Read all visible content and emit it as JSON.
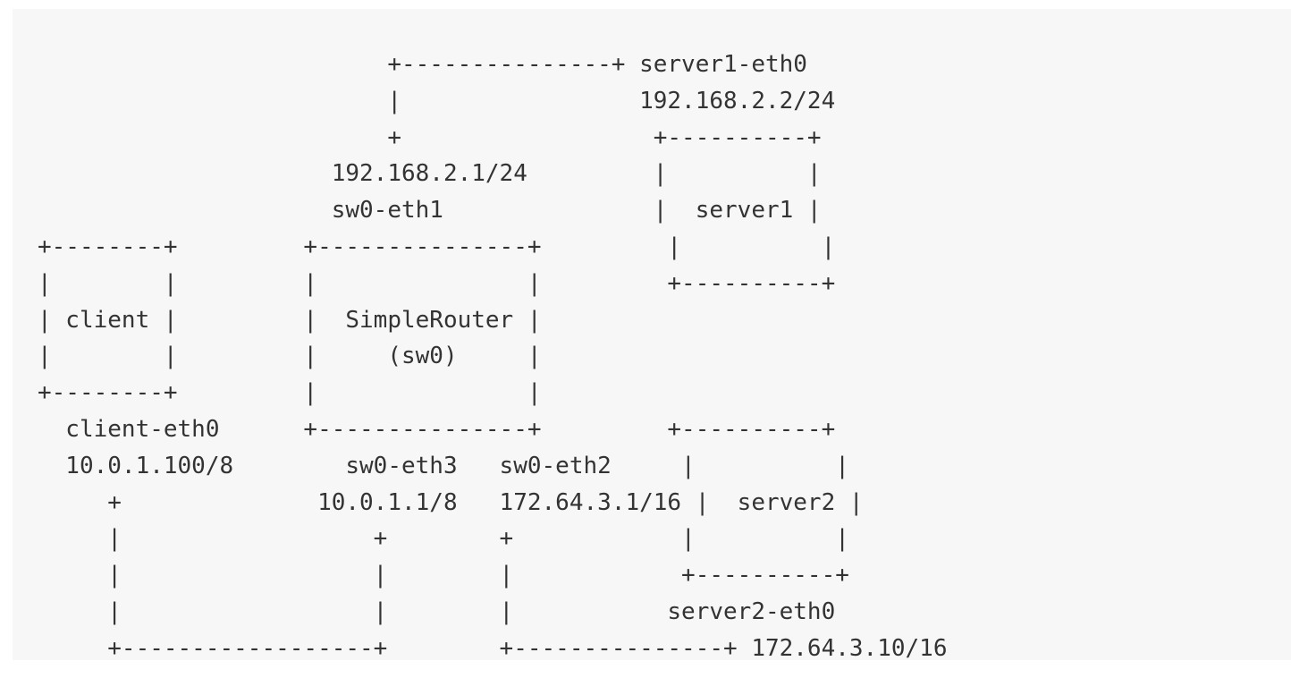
{
  "diagram": {
    "lines": [
      "                         +---------------+ server1-eth0",
      "                         |                 192.168.2.2/24",
      "                         +                  +----------+",
      "                     192.168.2.1/24         |          |",
      "                     sw0-eth1               |  server1 |",
      "+--------+         +---------------+         |          |",
      "|        |         |               |         +----------+",
      "| client |         |  SimpleRouter |",
      "|        |         |     (sw0)     |",
      "+--------+         |               |",
      "  client-eth0      +---------------+         +----------+",
      "  10.0.1.100/8        sw0-eth3   sw0-eth2     |          |",
      "     +              10.0.1.1/8   172.64.3.1/16 |  server2 |",
      "     |                  +        +            |          |",
      "     |                  |        |            +----------+",
      "     |                  |        |           server2-eth0",
      "     +------------------+        +---------------+ 172.64.3.10/16"
    ],
    "nodes": {
      "client": {
        "label": "client",
        "interface": "client-eth0",
        "ip": "10.0.1.100/8"
      },
      "router": {
        "label": "SimpleRouter",
        "sublabel": "(sw0)"
      },
      "server1": {
        "label": "server1",
        "interface": "server1-eth0",
        "ip": "192.168.2.2/24"
      },
      "server2": {
        "label": "server2",
        "interface": "server2-eth0",
        "ip": "172.64.3.10/16"
      }
    },
    "router_interfaces": {
      "eth1": {
        "name": "sw0-eth1",
        "ip": "192.168.2.1/24"
      },
      "eth2": {
        "name": "sw0-eth2",
        "ip": "172.64.3.1/16"
      },
      "eth3": {
        "name": "sw0-eth3",
        "ip": "10.0.1.1/8"
      }
    }
  }
}
